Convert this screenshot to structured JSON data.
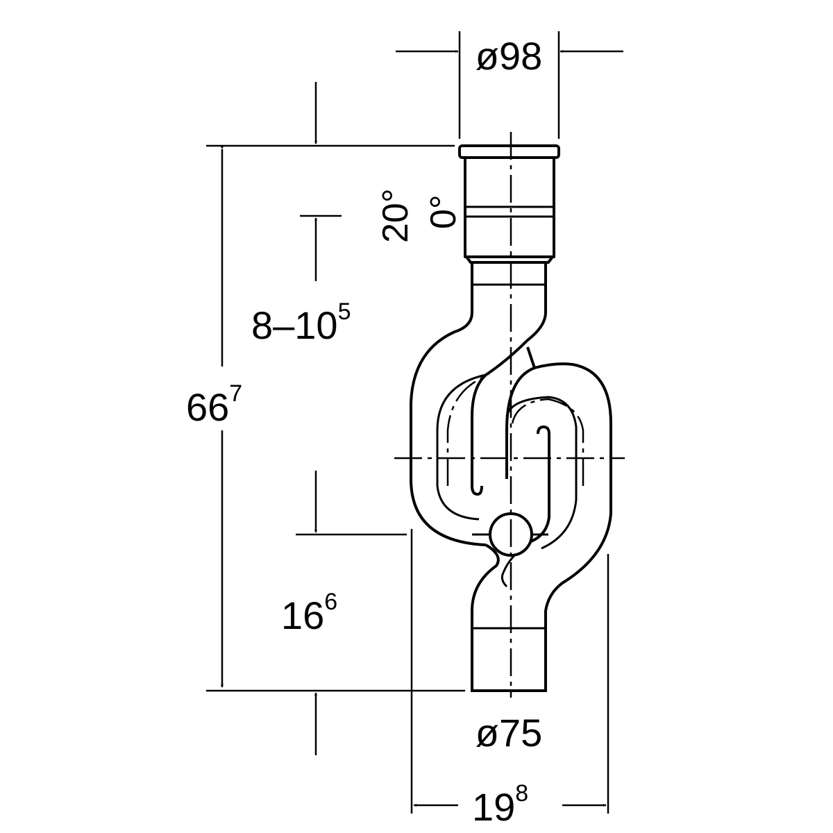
{
  "dimensions": {
    "top_diameter": "ø98",
    "bottom_diameter": "ø75",
    "total_height": {
      "base": "66",
      "sup": "7"
    },
    "inlet_depth": {
      "base": "8–10",
      "sup": "5"
    },
    "outlet_height": {
      "base": "16",
      "sup": "6"
    },
    "total_width": {
      "base": "19",
      "sup": "8"
    },
    "angle_a": "20°",
    "angle_b": "0°"
  },
  "colors": {
    "ink": "#000000",
    "paper": "#ffffff"
  }
}
